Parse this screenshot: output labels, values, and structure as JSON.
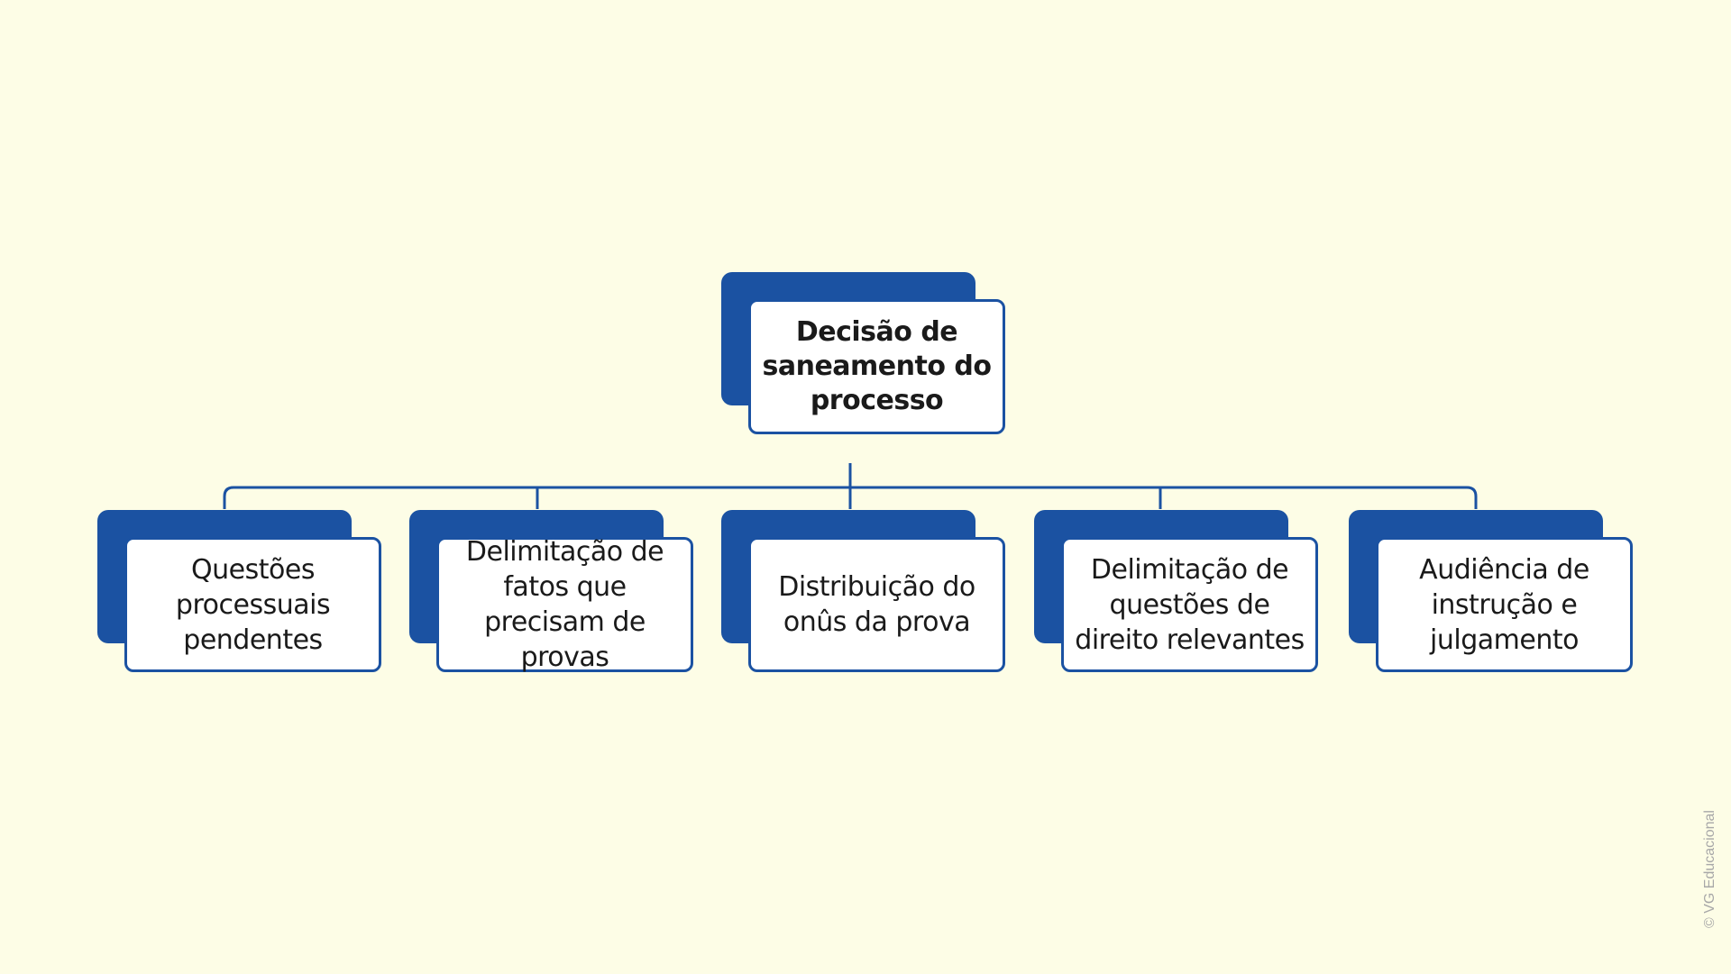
{
  "diagram": {
    "root": {
      "label": "Decisão de saneamento do processo"
    },
    "children": [
      {
        "label": "Questões processuais pendentes"
      },
      {
        "label": "Delimitação de fatos que precisam de provas"
      },
      {
        "label": "Distribuição do onûs da prova"
      },
      {
        "label": "Delimitação de questões de direito relevantes"
      },
      {
        "label": "Audiência de instrução e julgamento"
      }
    ]
  },
  "credit": "© VG Educacional",
  "colors": {
    "background": "#fdfde6",
    "accent": "#1b52a2",
    "box_fill": "#ffffff"
  }
}
